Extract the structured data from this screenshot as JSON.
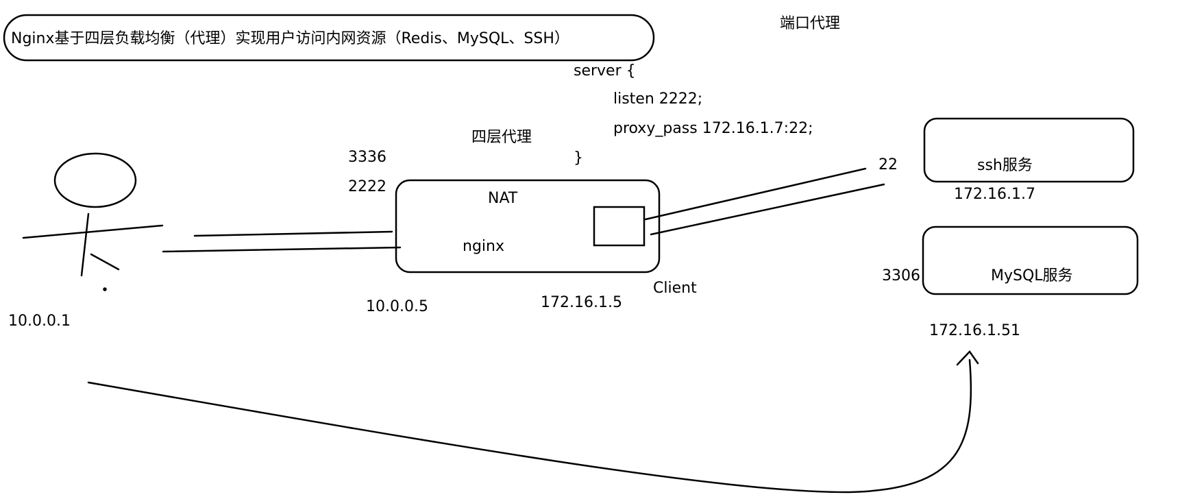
{
  "title": "Nginx基于四层负载均衡（代理）实现用户访问内网资源（Redis、MySQL、SSH）",
  "port_proxy_label": "端口代理",
  "layer4_proxy_label": "四层代理",
  "config": {
    "line1": "server {",
    "line2": "listen 2222;",
    "line3": "proxy_pass 172.16.1.7:22;",
    "line4": "}"
  },
  "user": {
    "ip": "10.0.0.1"
  },
  "nginx_box": {
    "label_top": "NAT",
    "label_mid": "nginx",
    "port_a": "3336",
    "port_b": "2222",
    "outer_ip": "10.0.0.5",
    "inner_ip": "172.16.1.5",
    "client_label": "Client"
  },
  "ssh_server": {
    "label": "ssh服务",
    "port": "22",
    "ip": "172.16.1.7"
  },
  "mysql_server": {
    "label": "MySQL服务",
    "port": "3306",
    "ip": "172.16.1.51"
  },
  "stroke_color": "#000000"
}
